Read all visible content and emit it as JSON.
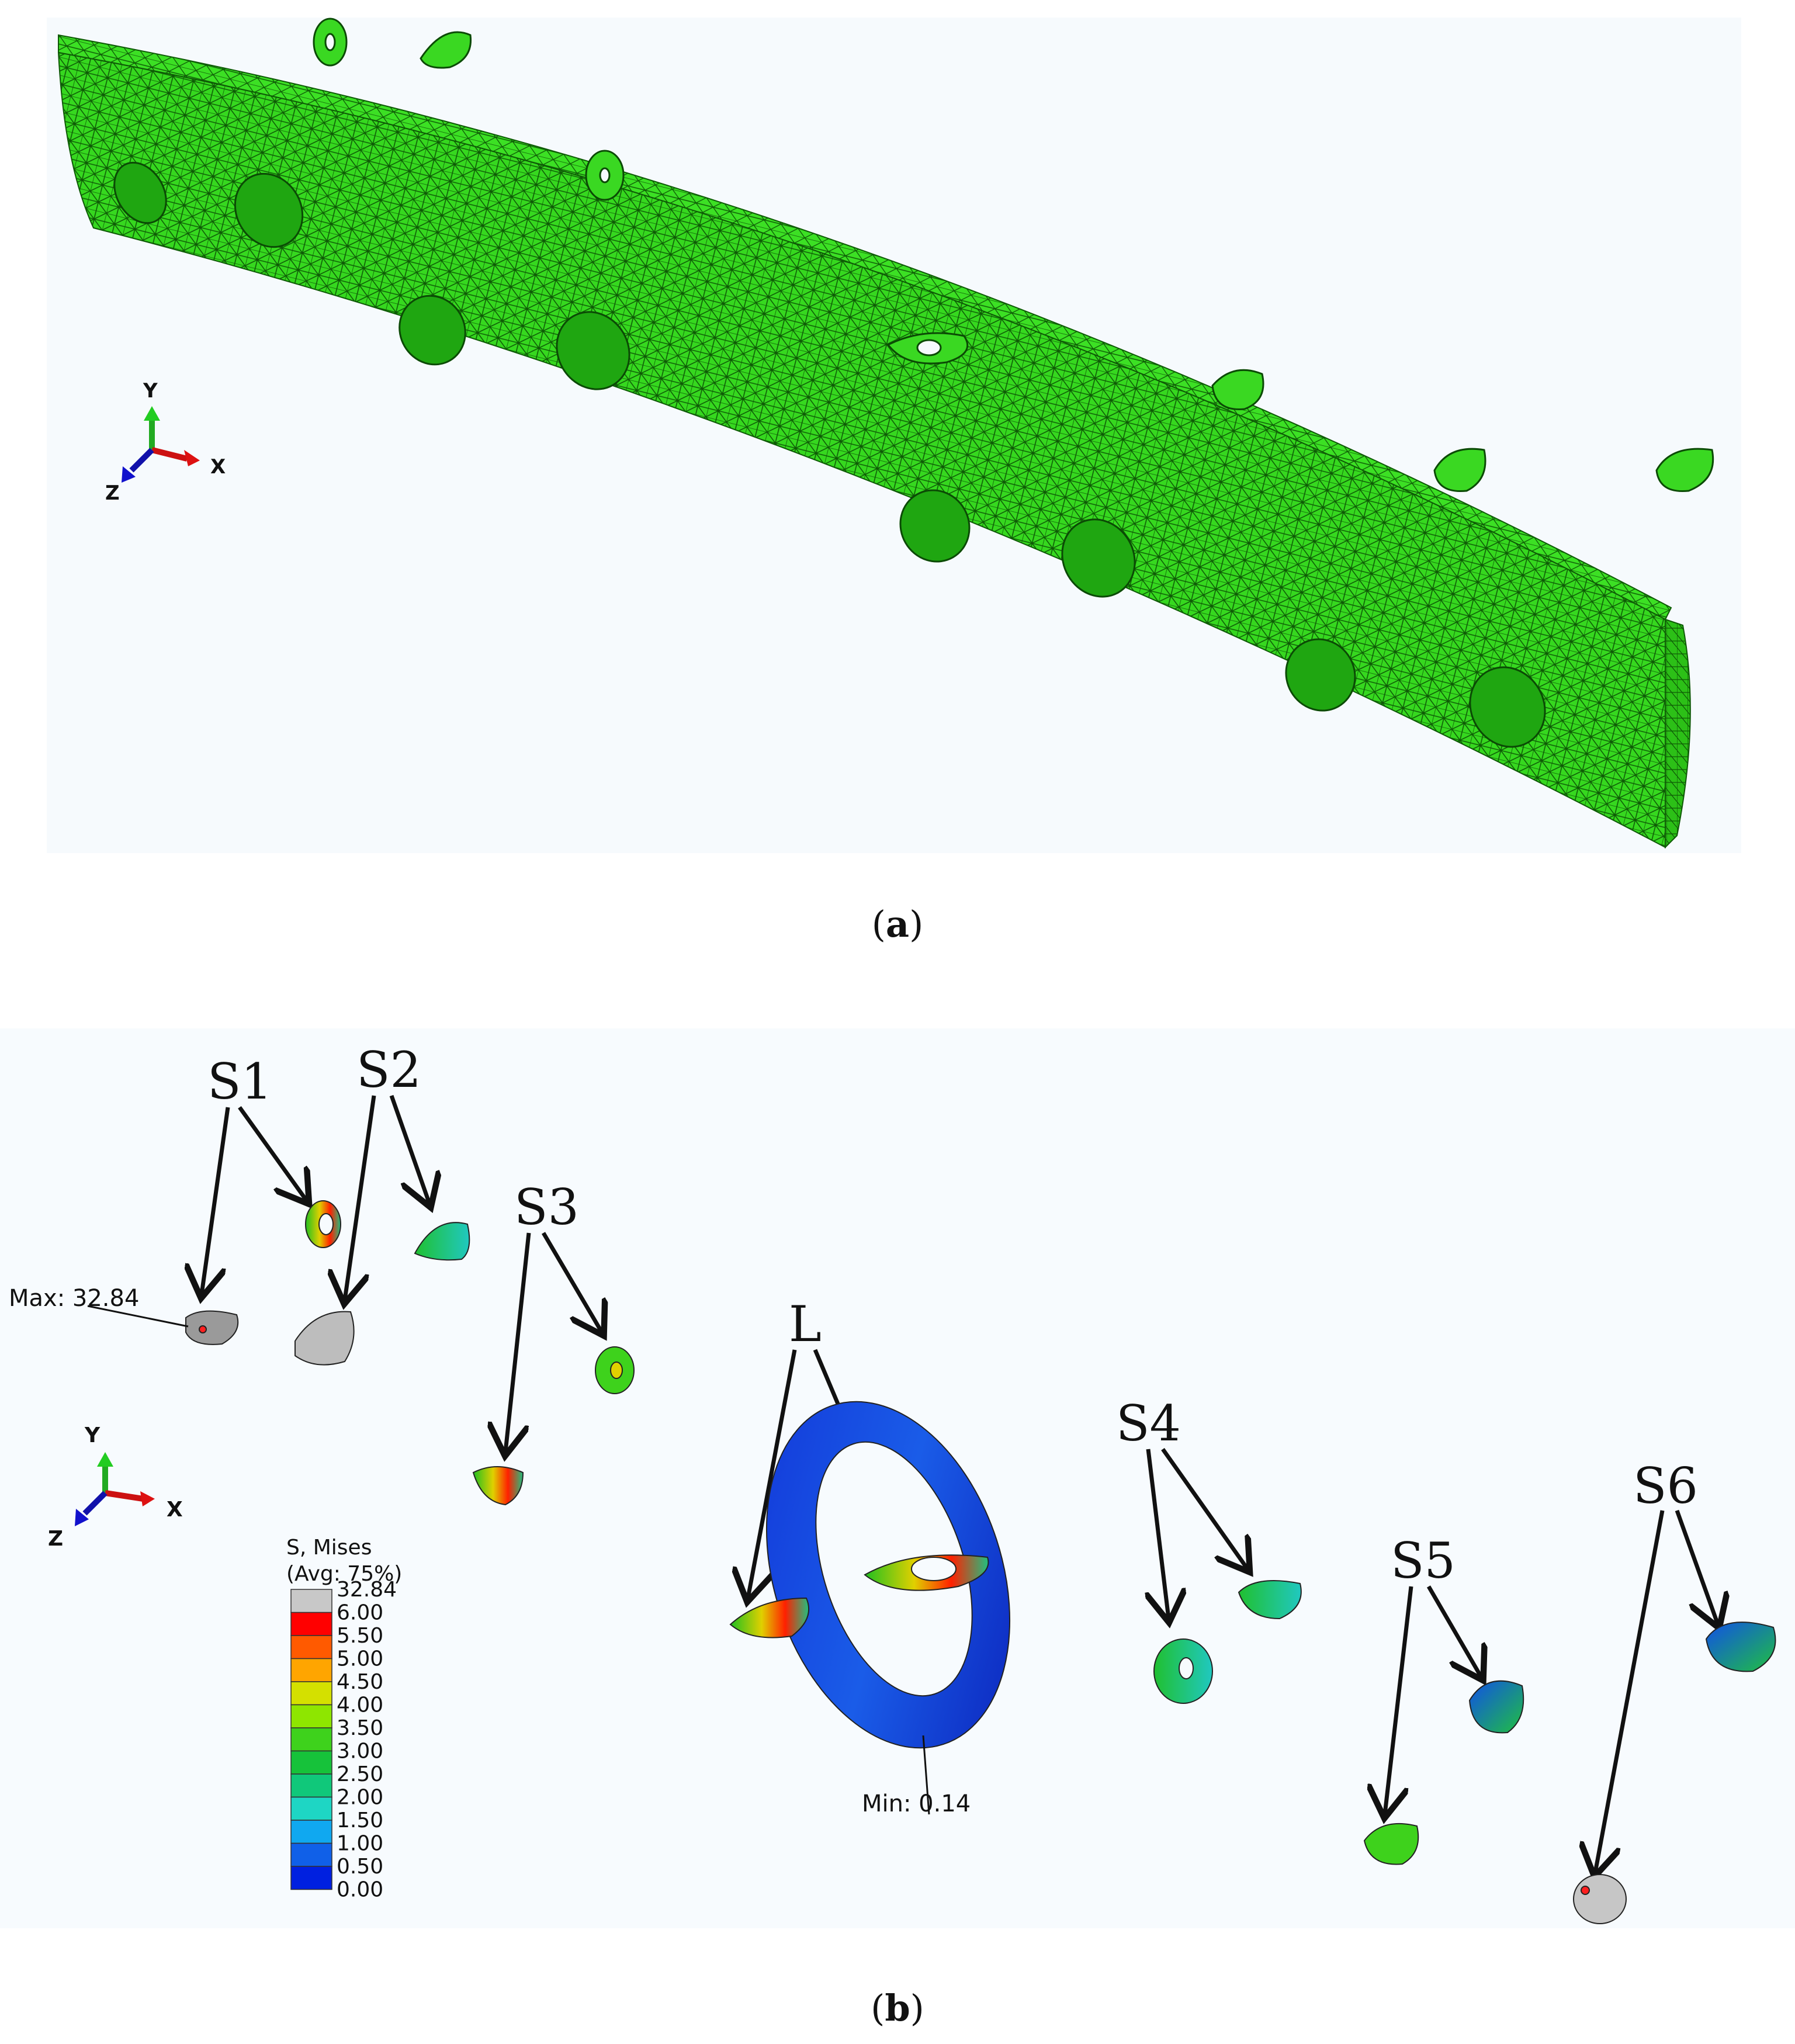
{
  "panel_a": {
    "caption_open": "(",
    "caption_letter": "a",
    "caption_close": ")",
    "axis": {
      "x": "X",
      "y": "Y",
      "z": "Z"
    },
    "mesh_color": "#2fd219"
  },
  "panel_b": {
    "caption_open": "(",
    "caption_letter": "b",
    "caption_close": ")",
    "axis": {
      "x": "X",
      "y": "Y",
      "z": "Z"
    },
    "max_label": "Max: 32.84",
    "min_label": "Min: 0.14",
    "part_labels": {
      "s1": "S1",
      "s2": "S2",
      "s3": "S3",
      "l": "L",
      "s4": "S4",
      "s5": "S5",
      "s6": "S6"
    },
    "legend": {
      "title_line1": "S, Mises",
      "title_line2": "(Avg: 75%)",
      "values": [
        "32.84",
        "6.00",
        "5.50",
        "5.00",
        "4.50",
        "4.00",
        "3.50",
        "3.00",
        "2.50",
        "2.00",
        "1.50",
        "1.00",
        "0.50",
        "0.00"
      ],
      "colors": [
        "#c8c8c8",
        "#ff0000",
        "#ff5a00",
        "#ffa500",
        "#d4e000",
        "#8ee600",
        "#3ed21c",
        "#16c23a",
        "#10c87a",
        "#1ed6c4",
        "#10a8f0",
        "#1060e8",
        "#0020e0"
      ]
    }
  }
}
